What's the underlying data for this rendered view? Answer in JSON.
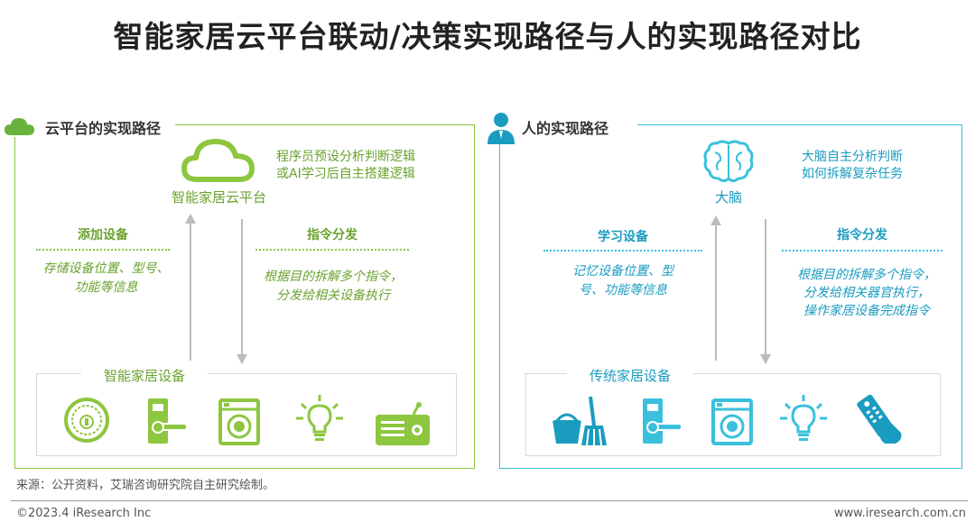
{
  "title": "智能家居云平台联动/决策实现路径与人的实现路径对比",
  "colors": {
    "green": "#8dc63f",
    "blue": "#3ac0dc",
    "green_text": "#6aa22e",
    "blue_text": "#1a9cc0"
  },
  "left": {
    "header": "云平台的实现路径",
    "center_label": "智能家居云平台",
    "note": [
      "程序员预设分析判断逻辑",
      "或AI学习后自主搭建逻辑"
    ],
    "up_title": "添加设备",
    "up_desc": [
      "存储设备位置、型号、",
      "功能等信息"
    ],
    "down_title": "指令分发",
    "down_desc": [
      "根据目的拆解多个指令，",
      "分发给相关设备执行"
    ],
    "devices_label": "智能家居设备",
    "devices": [
      "robot-vacuum-icon",
      "smart-lock-icon",
      "washing-machine-icon",
      "light-bulb-icon",
      "speaker-icon"
    ]
  },
  "right": {
    "header": "人的实现路径",
    "center_label": "大脑",
    "note": [
      "大脑自主分析判断",
      "如何拆解复杂任务"
    ],
    "up_title": "学习设备",
    "up_desc": [
      "记忆设备位置、型",
      "号、功能等信息"
    ],
    "down_title": "指令分发",
    "down_desc": [
      "根据目的拆解多个指令，",
      "分发给相关器官执行，",
      "操作家居设备完成指令"
    ],
    "devices_label": "传统家居设备",
    "devices": [
      "bucket-mop-icon",
      "door-lock-icon",
      "washing-machine-icon",
      "light-bulb-icon",
      "remote-control-icon"
    ]
  },
  "footer": {
    "source": "来源：公开资料，艾瑞咨询研究院自主研究绘制。",
    "copyright": "©2023.4 iResearch Inc",
    "website": "www.iresearch.com.cn"
  }
}
